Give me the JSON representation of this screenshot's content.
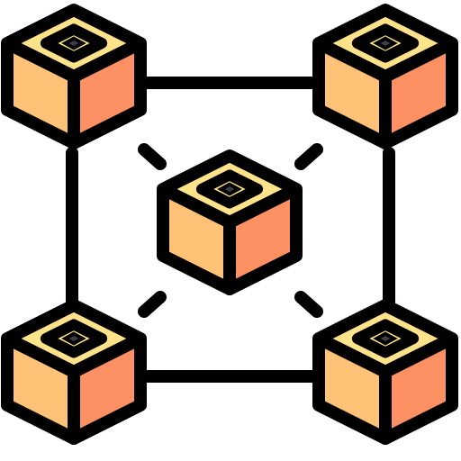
{
  "icon": {
    "name": "blockchain-network-icon",
    "description_visible_text": "",
    "colors": {
      "outline": "#000000",
      "top_face": "#FEE38A",
      "left_face": "#FFC277",
      "right_face": "#FE9164",
      "socket_ring": "#000000",
      "socket_center": "#3A3F45",
      "background": "#FFFFFF"
    },
    "blocks": [
      {
        "id": "top-left"
      },
      {
        "id": "top-right"
      },
      {
        "id": "center"
      },
      {
        "id": "bottom-left"
      },
      {
        "id": "bottom-right"
      }
    ]
  }
}
